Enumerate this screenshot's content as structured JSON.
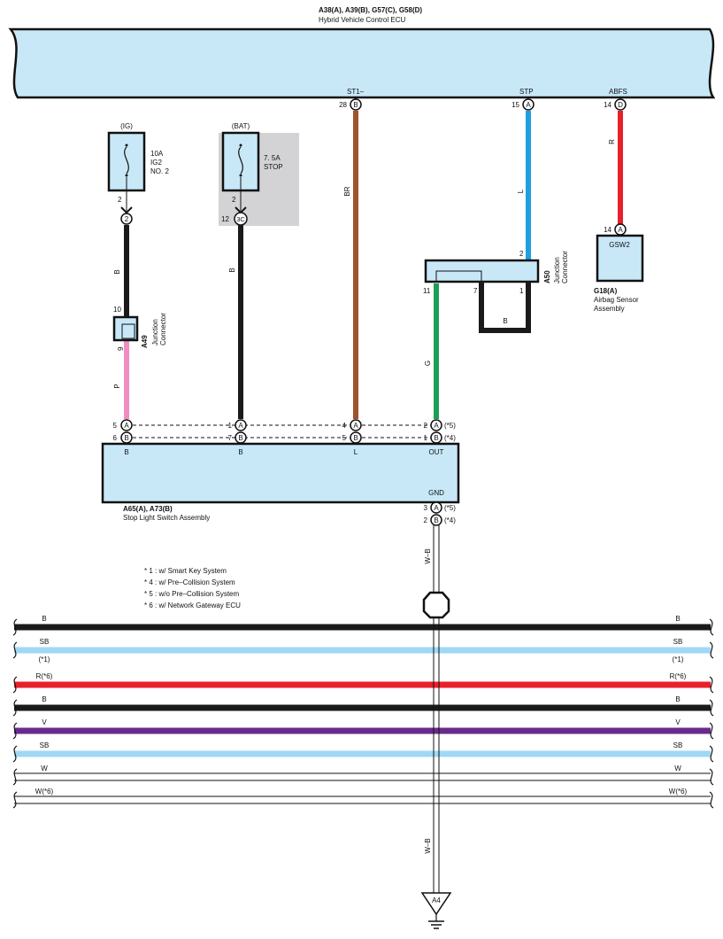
{
  "ecu": {
    "connectors": "A38(A), A39(B), G57(C), G58(D)",
    "name": "Hybrid Vehicle Control ECU",
    "pins": [
      {
        "num": "28",
        "conn": "B",
        "label": "ST1–"
      },
      {
        "num": "15",
        "conn": "A",
        "label": "STP"
      },
      {
        "num": "14",
        "conn": "D",
        "label": "ABFS"
      }
    ]
  },
  "fuse_ig": {
    "supply": "(IG)",
    "rating": "10A",
    "name_line1": "IG2",
    "name_line2": "NO. 2",
    "pin_top": "2",
    "conn_label": "2"
  },
  "fuse_bat": {
    "supply": "(BAT)",
    "rating": "7. 5A",
    "name": "STOP",
    "pin_top": "2",
    "pin_side": "12",
    "conn_label": "3C"
  },
  "a49": {
    "pin_top": "10",
    "pin_bottom": "9",
    "code": "A49",
    "name_line1": "Junction",
    "name_line2": "Connector"
  },
  "a50": {
    "pin_top": "2",
    "pin_left": "11",
    "pin_mid": "7",
    "pin_right": "1",
    "code": "A50",
    "name_line1": "Junction",
    "name_line2": "Connector",
    "jumper_color": "B"
  },
  "airbag": {
    "pin": "14",
    "conn": "A",
    "box_label": "GSW2",
    "code": "G18(A)",
    "name_line1": "Airbag Sensor",
    "name_line2": "Assembly"
  },
  "wire_colors": {
    "ig_wire": "B",
    "a49_wire": "P",
    "bat_wire": "B",
    "ecu_st1_wire": "BR",
    "ecu_stp_wire": "L",
    "ecu_abfs_wire": "R",
    "a50_out_wire": "G",
    "ground_wire": "W–B"
  },
  "switch": {
    "code": "A65(A), A73(B)",
    "name": "Stop Light Switch Assembly",
    "terminal_labels": [
      "B",
      "B",
      "L",
      "OUT"
    ],
    "gnd_label": "GND",
    "row_a": [
      {
        "num": "5",
        "conn": "A",
        "note": ""
      },
      {
        "num": "1",
        "conn": "A",
        "note": ""
      },
      {
        "num": "4",
        "conn": "A",
        "note": ""
      },
      {
        "num": "2",
        "conn": "A",
        "note": "(*5)"
      }
    ],
    "row_b": [
      {
        "num": "6",
        "conn": "B",
        "note": ""
      },
      {
        "num": "7",
        "conn": "B",
        "note": ""
      },
      {
        "num": "5",
        "conn": "B",
        "note": ""
      },
      {
        "num": "1",
        "conn": "B",
        "note": "(*4)"
      }
    ],
    "gnd_pins": [
      {
        "num": "3",
        "conn": "A",
        "note": "(*5)"
      },
      {
        "num": "2",
        "conn": "B",
        "note": "(*4)"
      }
    ]
  },
  "notes": [
    "* 1 : w/ Smart Key System",
    "* 4 : w/ Pre–Collision System",
    "* 5 : w/o Pre–Collision System",
    "* 6 : w/ Network Gateway ECU"
  ],
  "bus_lines": [
    {
      "label": "B",
      "color": "#1a1a1a",
      "note": ""
    },
    {
      "label": "SB",
      "color": "#9fd8f5",
      "note": "(*1)"
    },
    {
      "label": "R(*6)",
      "color": "#e8202a",
      "note": ""
    },
    {
      "label": "B",
      "color": "#1a1a1a",
      "note": ""
    },
    {
      "label": "V",
      "color": "#6a2a8c",
      "note": ""
    },
    {
      "label": "SB",
      "color": "#9fd8f5",
      "note": ""
    },
    {
      "label": "W",
      "color": "#ffffff",
      "note": ""
    },
    {
      "label": "W(*6)",
      "color": "#ffffff",
      "note": ""
    }
  ],
  "ground": {
    "label": "A4"
  },
  "colors": {
    "component_fill": "#c8e8f8",
    "shade": "#d3d3d5",
    "black_wire": "#1a1a1a",
    "brown_wire": "#a0522d",
    "blue_wire": "#1ea0e0",
    "red_wire": "#e8202a",
    "green_wire": "#1aa055",
    "pink_wire": "#f08cc0"
  }
}
